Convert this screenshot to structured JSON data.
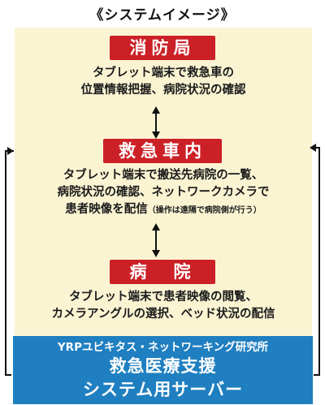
{
  "heading": "《システムイメージ》",
  "nodes": {
    "fire": {
      "label": "消防局",
      "desc": [
        "タブレット端末で救急車の",
        "位置情報把握、病院状況の確認"
      ]
    },
    "ambulance": {
      "label": "救急車内",
      "desc": [
        "タブレット端末で搬送先病院の一覧、",
        "病院状況の確認、ネットワークカメラで",
        "患者映像を配信"
      ],
      "note": "（操作は遠隔で病院側が行う）"
    },
    "hospital": {
      "label": "病　院",
      "desc": [
        "タブレット端末で患者映像の閲覧、",
        "カメラアングルの選択、ベッド状況の配信"
      ]
    }
  },
  "server": {
    "org": "YRPユビキタス・ネットワーキング研究所",
    "name": [
      "救急医療支援",
      "システム用サーバー"
    ]
  },
  "colors": {
    "label_red": "#cc2027",
    "panel_cream": "#fbf4d3",
    "server_blue": "#1f7fc0",
    "text_dark": "#1a1a1a"
  }
}
